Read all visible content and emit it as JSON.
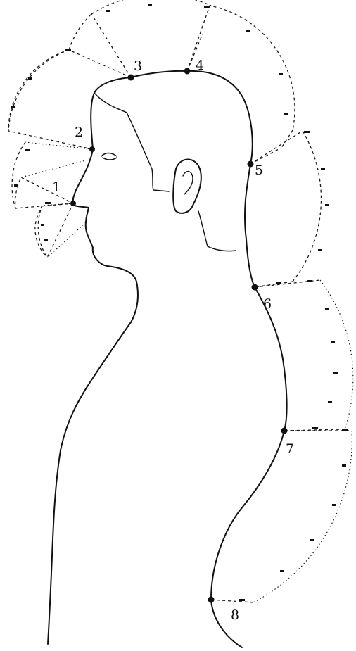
{
  "figure": {
    "points": [
      {
        "label": "1"
      },
      {
        "label": "2"
      },
      {
        "label": "3"
      },
      {
        "label": "4"
      },
      {
        "label": "5"
      },
      {
        "label": "6"
      },
      {
        "label": "7"
      },
      {
        "label": "8"
      }
    ]
  }
}
